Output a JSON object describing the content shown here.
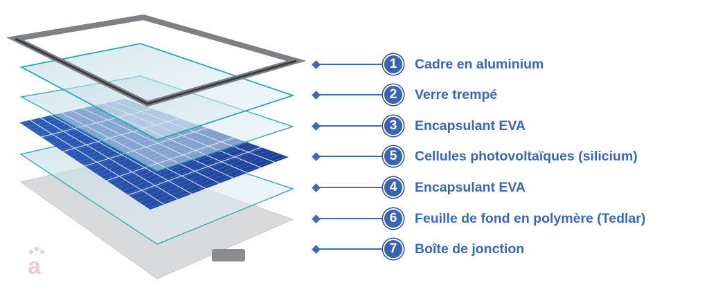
{
  "title": "",
  "accent_color": "#3a66b7",
  "watermark": "a",
  "layers": [
    {
      "number": "1",
      "label": "Cadre en aluminium"
    },
    {
      "number": "2",
      "label": "Verre trempé"
    },
    {
      "number": "3",
      "label": "Encapsulant EVA"
    },
    {
      "number": "5",
      "label": "Cellules photovoltaïques (silicium)"
    },
    {
      "number": "4",
      "label": "Encapsulant EVA"
    },
    {
      "number": "6",
      "label": "Feuille de fond en polymère (Tedlar)"
    },
    {
      "number": "7",
      "label": "Boîte de jonction"
    }
  ]
}
